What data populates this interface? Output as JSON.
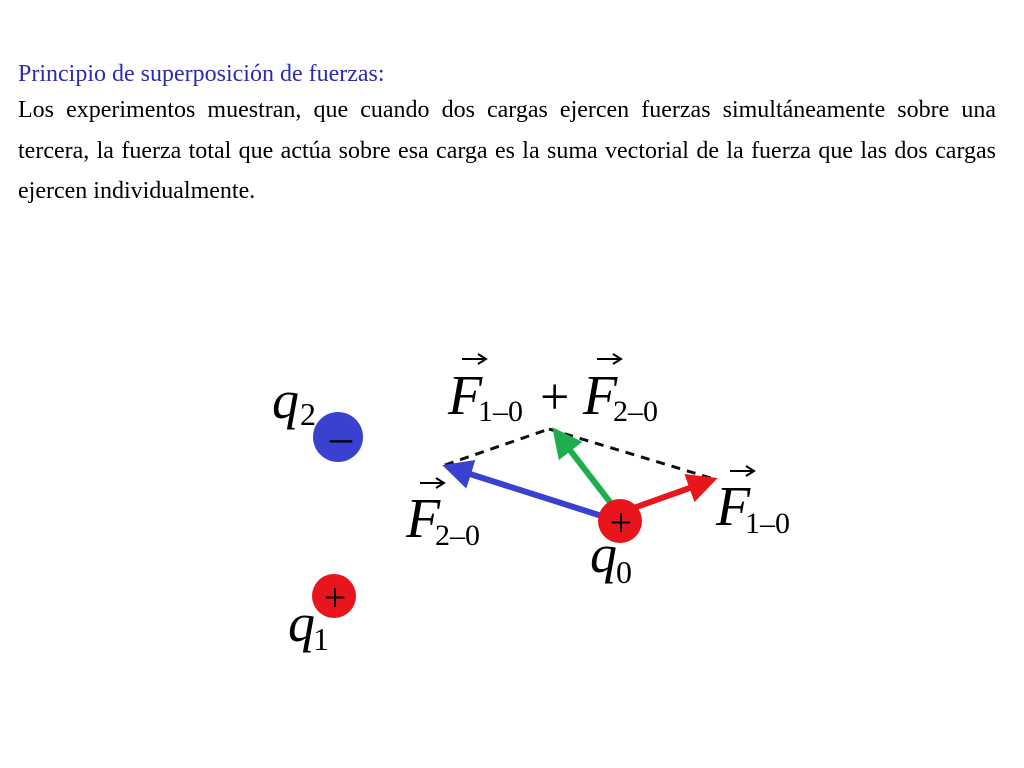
{
  "slide": {
    "heading": "Principio de superposición de fuerzas:",
    "paragraph": "Los experimentos muestran, que cuando dos cargas ejercen fuerzas simultáneamente sobre una tercera, la fuerza total que actúa sobre esa carga es la suma vectorial de la fuerza que las dos cargas ejercen individualmente."
  },
  "diagram": {
    "charges": {
      "q2": {
        "symbol": "q",
        "subscript": "2",
        "sign": "–",
        "color": "#3a40cf"
      },
      "q1": {
        "symbol": "q",
        "subscript": "1",
        "sign": "+",
        "color": "#e8161c"
      },
      "q0": {
        "symbol": "q",
        "subscript": "0",
        "sign": "+",
        "color": "#e8161c"
      }
    },
    "forces": {
      "sum_label": {
        "first": {
          "symbol": "F",
          "subscript": "1–0"
        },
        "operator": "+",
        "second": {
          "symbol": "F",
          "subscript": "2–0"
        }
      },
      "f20": {
        "symbol": "F",
        "subscript": "2–0",
        "color": "#3a40cf"
      },
      "f10": {
        "symbol": "F",
        "subscript": "1–0",
        "color": "#e8161c"
      },
      "resultant": {
        "color": "#1fae4f"
      }
    },
    "colors": {
      "negative_charge": "#3a40cf",
      "positive_charge": "#e8161c",
      "resultant_arrow": "#1fae4f",
      "heading_text": "#2b2bb0"
    }
  }
}
